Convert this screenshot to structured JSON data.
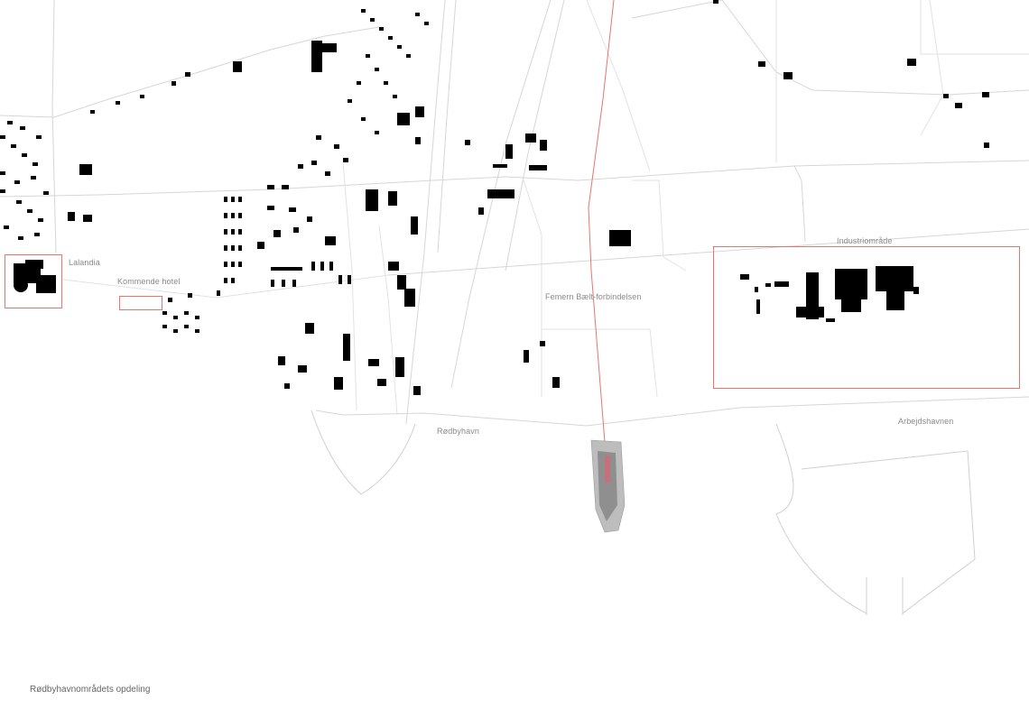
{
  "caption": "Rødbyhavnområdets opdeling",
  "labels": {
    "lalandia": "Lalandia",
    "hotel": "Kommende hotel",
    "femern": "Femern Bælt-forbindelsen",
    "industri": "Industriområde",
    "arbejdshavn": "Arbejdshavnen",
    "rodbyhavn": "Rødbyhavn"
  },
  "colors": {
    "highlight": "#e8746d",
    "buildings": "#000000",
    "roads": "#d6d6d6",
    "labels": "#8a8a8a"
  }
}
